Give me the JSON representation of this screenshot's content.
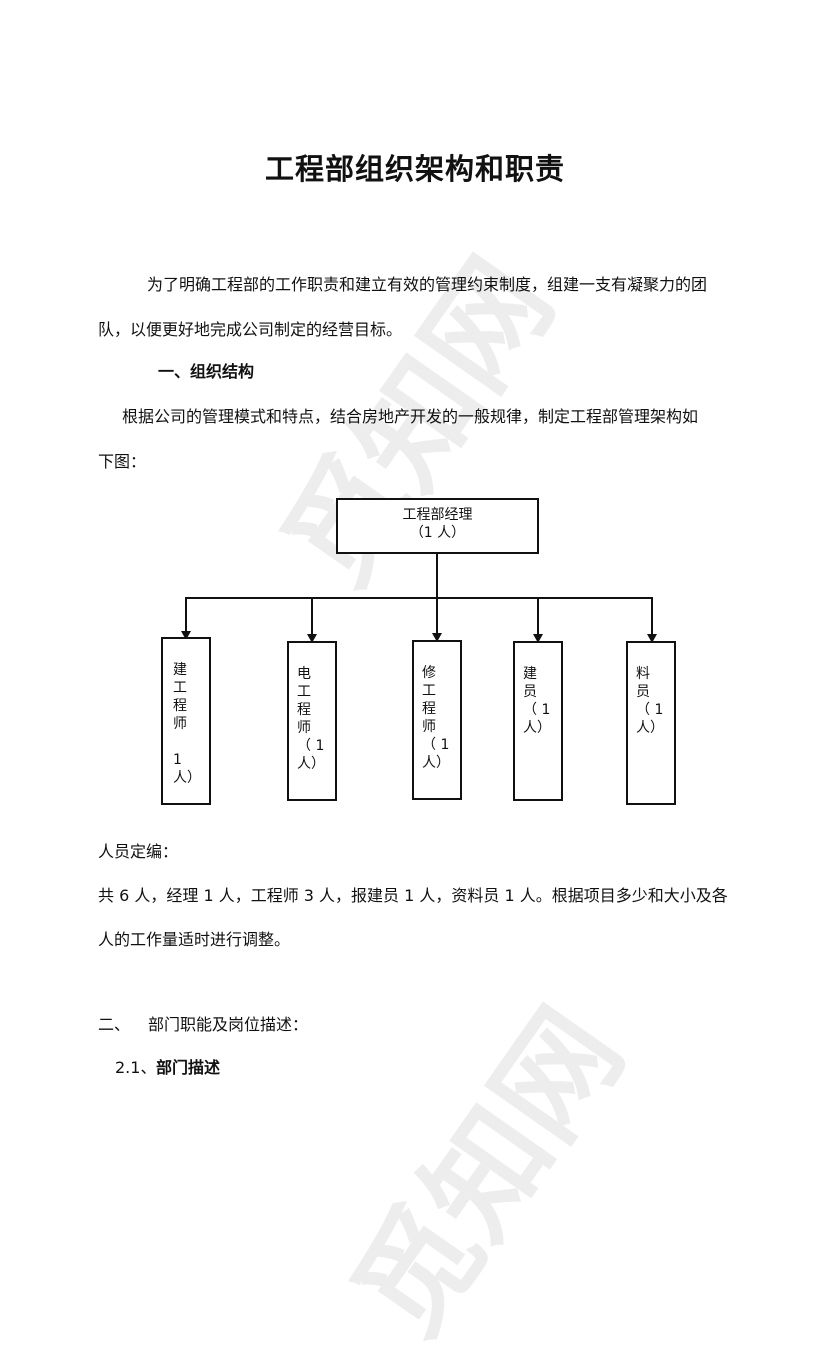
{
  "document": {
    "title": "工程部组织架构和职责",
    "intro_line1": "为了明确工程部的工作职责和建立有效的管理约束制度，组建一支有凝聚力的团",
    "intro_line2": "队，以便更好地完成公司制定的经营目标。",
    "section1_heading": "一、组织结构",
    "section1_line1": "根据公司的管理模式和特点，结合房地产开发的一般规律，制定工程部管理架构如",
    "section1_line2": "下图：",
    "staffing_label": "人员定编：",
    "staffing_line1": "共 6 人，经理 1 人，工程师 3 人，报建员 1 人，资料员 1 人。根据项目多少和大小及各",
    "staffing_line2": "人的工作量适时进行调整。",
    "section2_number": "二、",
    "section2_heading": "部门职能及岗位描述：",
    "section21_number": "2.1、",
    "section21_heading": "部门描述",
    "watermark": "觅知网"
  },
  "org_chart": {
    "root": {
      "label": "工程部经理\n（1 人）"
    },
    "children": [
      {
        "label": "建\n工\n程\n师\n\n1\n人）"
      },
      {
        "label": "电\n工\n程\n师\n（ 1\n人）"
      },
      {
        "label": "修\n工\n程\n师\n（ 1\n人）"
      },
      {
        "label": "建\n员\n（ 1\n人）"
      },
      {
        "label": "料\n员\n（ 1\n人）"
      }
    ]
  }
}
